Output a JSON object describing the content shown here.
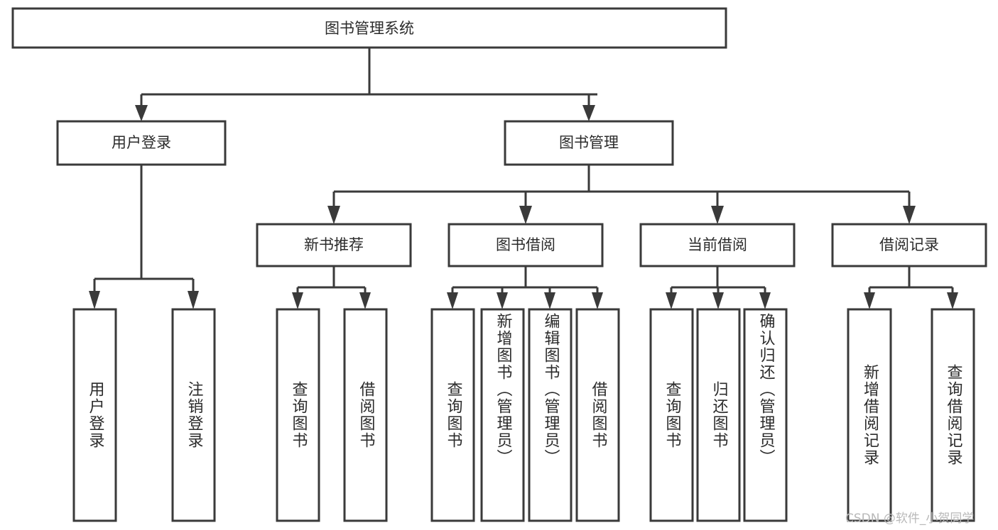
{
  "diagram": {
    "type": "tree-hierarchy-chart",
    "title": "图书管理系统",
    "background_color": "#ffffff",
    "box_stroke_color": "#3a3a3a",
    "box_fill_color": "#ffffff",
    "text_color": "#2b2b2b",
    "root": {
      "label": "图书管理系统",
      "orientation": "horizontal"
    },
    "level2": [
      {
        "id": "user-login",
        "label": "用户登录",
        "orientation": "horizontal"
      },
      {
        "id": "book-manage",
        "label": "图书管理",
        "orientation": "horizontal"
      }
    ],
    "level3": [
      {
        "id": "new-book-recommend",
        "label": "新书推荐",
        "orientation": "horizontal"
      },
      {
        "id": "book-borrow",
        "label": "图书借阅",
        "orientation": "horizontal"
      },
      {
        "id": "current-borrow",
        "label": "当前借阅",
        "orientation": "horizontal"
      },
      {
        "id": "borrow-record",
        "label": "借阅记录",
        "orientation": "horizontal"
      }
    ],
    "leaves": {
      "user-login": [
        {
          "id": "leaf-user-login",
          "label": "用户登录",
          "orientation": "vertical"
        },
        {
          "id": "leaf-logout",
          "label": "注销登录",
          "orientation": "vertical"
        }
      ],
      "new-book-recommend": [
        {
          "id": "leaf-query-book-1",
          "label": "查询图书",
          "orientation": "vertical"
        },
        {
          "id": "leaf-borrow-book-1",
          "label": "借阅图书",
          "orientation": "vertical"
        }
      ],
      "book-borrow": [
        {
          "id": "leaf-query-book-2",
          "label": "查询图书",
          "orientation": "vertical"
        },
        {
          "id": "leaf-add-book",
          "label": "新增图书（管理员）",
          "orientation": "vertical"
        },
        {
          "id": "leaf-edit-book",
          "label": "编辑图书（管理员）",
          "orientation": "vertical"
        },
        {
          "id": "leaf-borrow-book-2",
          "label": "借阅图书",
          "orientation": "vertical"
        }
      ],
      "current-borrow": [
        {
          "id": "leaf-query-book-3",
          "label": "查询图书",
          "orientation": "vertical"
        },
        {
          "id": "leaf-return-book",
          "label": "归还图书",
          "orientation": "vertical"
        },
        {
          "id": "leaf-confirm-return",
          "label": "确认归还（管理员）",
          "orientation": "vertical"
        }
      ],
      "borrow-record": [
        {
          "id": "leaf-add-record",
          "label": "新增借阅记录",
          "orientation": "vertical"
        },
        {
          "id": "leaf-query-record",
          "label": "查询借阅记录",
          "orientation": "vertical"
        }
      ]
    }
  },
  "watermark": {
    "text": "CSDN @软件_小贺同学",
    "color": "#b9b9b9"
  }
}
